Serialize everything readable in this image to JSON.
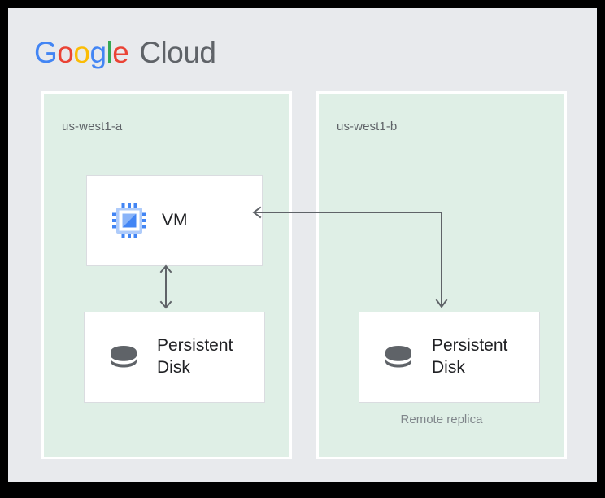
{
  "brand": {
    "google_letters": [
      {
        "char": "G",
        "color": "#4285F4"
      },
      {
        "char": "o",
        "color": "#EA4335"
      },
      {
        "char": "o",
        "color": "#FBBC05"
      },
      {
        "char": "g",
        "color": "#4285F4"
      },
      {
        "char": "l",
        "color": "#34A853"
      },
      {
        "char": "e",
        "color": "#EA4335"
      }
    ],
    "google_text": "Google",
    "cloud_text": "Cloud",
    "cloud_color": "#5F6368"
  },
  "colors": {
    "page_background": "#E8EAED",
    "zone_fill": "#DFEFE6",
    "zone_border": "#FFFFFF",
    "box_fill": "#FFFFFF",
    "box_border": "#DADCE0",
    "arrow": "#5F6368",
    "label_text": "#5F6368",
    "caption_text": "#80868B",
    "node_text": "#202124",
    "icon_blue": "#4285F4",
    "icon_blue_light": "#AECBFA",
    "icon_blue_mid": "#8AB4F8",
    "icon_gray": "#5F6368"
  },
  "zones": [
    {
      "id": "zone-a",
      "label": "us-west1-a",
      "nodes": [
        {
          "id": "vm",
          "label": "VM",
          "icon": "compute-engine-chip-icon"
        },
        {
          "id": "persistent-disk-a",
          "label": "Persistent Disk",
          "icon": "persistent-disk-icon"
        }
      ],
      "caption": ""
    },
    {
      "id": "zone-b",
      "label": "us-west1-b",
      "nodes": [
        {
          "id": "persistent-disk-b",
          "label": "Persistent Disk",
          "icon": "persistent-disk-icon"
        }
      ],
      "caption": "Remote replica"
    }
  ],
  "connectors": [
    {
      "id": "vm-disk-bidirectional",
      "style": "double-headed-vertical-arrow",
      "from": "vm",
      "to": "persistent-disk-a"
    },
    {
      "id": "replica-to-vm-elbow",
      "style": "elbow-arrow-both-ends",
      "from": "vm",
      "to": "persistent-disk-b"
    }
  ]
}
